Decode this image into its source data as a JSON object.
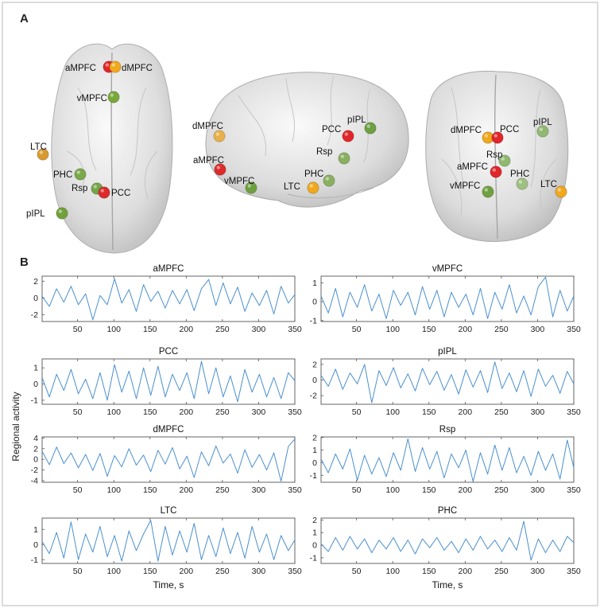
{
  "panel_a": {
    "label": "A",
    "views": [
      {
        "name": "top-view",
        "regions": [
          {
            "label": "aMPFC",
            "color": "#e0262a"
          },
          {
            "label": "dMPFC",
            "color": "#f0a81c"
          },
          {
            "label": "vMPFC",
            "color": "#78a83a"
          },
          {
            "label": "LTC",
            "color": "#d89a30"
          },
          {
            "label": "PHC",
            "color": "#7aa84a"
          },
          {
            "label": "Rsp",
            "color": "#72a64a"
          },
          {
            "label": "PCC",
            "color": "#dd2a2a"
          },
          {
            "label": "pIPL",
            "color": "#72a03a"
          }
        ]
      },
      {
        "name": "side-view",
        "regions": [
          {
            "label": "dMPFC",
            "color": "#e8b04a"
          },
          {
            "label": "aMPFC",
            "color": "#de2a2a"
          },
          {
            "label": "vMPFC",
            "color": "#6ea040"
          },
          {
            "label": "PCC",
            "color": "#e0262a"
          },
          {
            "label": "pIPL",
            "color": "#6ca040"
          },
          {
            "label": "Rsp",
            "color": "#88b060"
          },
          {
            "label": "PHC",
            "color": "#8ab060"
          },
          {
            "label": "LTC",
            "color": "#f0a81c"
          }
        ]
      },
      {
        "name": "front-view",
        "regions": [
          {
            "label": "dMPFC",
            "color": "#f0a81c"
          },
          {
            "label": "PCC",
            "color": "#e0262a"
          },
          {
            "label": "pIPL",
            "color": "#90b870"
          },
          {
            "label": "Rsp",
            "color": "#90b870"
          },
          {
            "label": "aMPFC",
            "color": "#e0262a"
          },
          {
            "label": "vMPFC",
            "color": "#70a040"
          },
          {
            "label": "PHC",
            "color": "#a0c080"
          },
          {
            "label": "LTC",
            "color": "#f0a81c"
          }
        ]
      }
    ]
  },
  "panel_b": {
    "label": "B",
    "ylabel": "Regional activity",
    "xlabel": "Time, s"
  },
  "chart_data": [
    {
      "type": "line",
      "title": "aMPFC",
      "xlim": [
        1,
        350
      ],
      "ylim": [
        -2.8,
        2.6
      ],
      "xticks": [
        50,
        100,
        150,
        200,
        250,
        300,
        350
      ],
      "yticks": [
        -2,
        0,
        2
      ],
      "xlabel": "",
      "ylabel": "",
      "series_color": "#4a90d0",
      "x": [
        1,
        11,
        21,
        31,
        41,
        51,
        61,
        71,
        81,
        91,
        101,
        111,
        121,
        131,
        141,
        151,
        161,
        171,
        181,
        191,
        201,
        211,
        221,
        231,
        241,
        251,
        261,
        271,
        281,
        291,
        301,
        311,
        321,
        331,
        341,
        350
      ],
      "y": [
        0.2,
        -1.0,
        1.1,
        -0.5,
        1.4,
        -0.8,
        0.5,
        -2.6,
        0.3,
        -0.8,
        2.3,
        -0.6,
        1.0,
        -1.6,
        1.6,
        -0.4,
        0.8,
        -1.2,
        0.9,
        -0.7,
        1.0,
        -1.5,
        1.1,
        2.2,
        -0.9,
        1.8,
        -0.7,
        1.3,
        -1.6,
        0.6,
        -0.9,
        0.9,
        -1.9,
        1.4,
        -0.6,
        0.4
      ]
    },
    {
      "type": "line",
      "title": "vMPFC",
      "xlim": [
        1,
        350
      ],
      "ylim": [
        -1.05,
        1.35
      ],
      "xticks": [
        50,
        100,
        150,
        200,
        250,
        300,
        350
      ],
      "yticks": [
        -1,
        0,
        1
      ],
      "xlabel": "",
      "ylabel": "",
      "series_color": "#4a90d0",
      "x": [
        1,
        11,
        21,
        31,
        41,
        51,
        61,
        71,
        81,
        91,
        101,
        111,
        121,
        131,
        141,
        151,
        161,
        171,
        181,
        191,
        201,
        211,
        221,
        231,
        241,
        251,
        261,
        271,
        281,
        291,
        301,
        311,
        321,
        331,
        341,
        350
      ],
      "y": [
        0.3,
        -0.6,
        0.7,
        -0.8,
        0.5,
        -0.3,
        0.9,
        -0.5,
        0.4,
        -0.9,
        0.6,
        -0.2,
        0.5,
        -0.7,
        0.8,
        -0.4,
        0.6,
        -0.8,
        0.5,
        -0.3,
        0.4,
        -0.7,
        0.7,
        -0.9,
        0.5,
        -0.4,
        0.9,
        -0.6,
        0.3,
        -0.7,
        0.8,
        1.3,
        -0.8,
        0.6,
        -0.5,
        0.3
      ]
    },
    {
      "type": "line",
      "title": "PCC",
      "xlim": [
        1,
        350
      ],
      "ylim": [
        -1.25,
        1.55
      ],
      "xticks": [
        50,
        100,
        150,
        200,
        250,
        300,
        350
      ],
      "yticks": [
        -1,
        0,
        1
      ],
      "xlabel": "",
      "ylabel": "",
      "series_color": "#4a90d0",
      "x": [
        1,
        11,
        21,
        31,
        41,
        51,
        61,
        71,
        81,
        91,
        101,
        111,
        121,
        131,
        141,
        151,
        161,
        171,
        181,
        191,
        201,
        211,
        221,
        231,
        241,
        251,
        261,
        271,
        281,
        291,
        301,
        311,
        321,
        331,
        341,
        350
      ],
      "y": [
        0.4,
        -0.8,
        0.6,
        -0.4,
        0.9,
        -0.6,
        0.3,
        -0.9,
        0.7,
        -1.0,
        1.2,
        -0.5,
        0.8,
        -0.9,
        1.0,
        -0.7,
        1.1,
        -0.8,
        0.6,
        -0.4,
        0.7,
        -0.9,
        1.4,
        -0.6,
        1.0,
        -0.8,
        0.5,
        -1.1,
        0.9,
        -0.5,
        0.6,
        -0.8,
        0.4,
        -0.9,
        0.7,
        0.2
      ]
    },
    {
      "type": "line",
      "title": "pIPL",
      "xlim": [
        1,
        350
      ],
      "ylim": [
        -3.1,
        2.7
      ],
      "xticks": [
        50,
        100,
        150,
        200,
        250,
        300,
        350
      ],
      "yticks": [
        -2,
        0,
        2
      ],
      "xlabel": "",
      "ylabel": "",
      "series_color": "#4a90d0",
      "x": [
        1,
        11,
        21,
        31,
        41,
        51,
        61,
        71,
        81,
        91,
        101,
        111,
        121,
        131,
        141,
        151,
        161,
        171,
        181,
        191,
        201,
        211,
        221,
        231,
        241,
        251,
        261,
        271,
        281,
        291,
        301,
        311,
        321,
        331,
        341,
        350
      ],
      "y": [
        0.6,
        -0.8,
        1.4,
        -1.2,
        0.9,
        -0.5,
        2.0,
        -2.9,
        1.2,
        -0.7,
        1.6,
        -1.0,
        0.8,
        -1.4,
        1.5,
        -0.6,
        1.1,
        -1.3,
        0.7,
        -1.8,
        1.3,
        -0.9,
        1.2,
        -1.6,
        2.3,
        -1.1,
        0.9,
        -1.5,
        1.2,
        -2.1,
        1.4,
        -0.8,
        0.6,
        -1.7,
        1.1,
        -0.5
      ]
    },
    {
      "type": "line",
      "title": "dMPFC",
      "xlim": [
        1,
        350
      ],
      "ylim": [
        -4.3,
        4.2
      ],
      "xticks": [
        50,
        100,
        150,
        200,
        250,
        300,
        350
      ],
      "yticks": [
        -4,
        -2,
        0,
        2,
        4
      ],
      "xlabel": "",
      "ylabel": "",
      "series_color": "#4a90d0",
      "x": [
        1,
        11,
        21,
        31,
        41,
        51,
        61,
        71,
        81,
        91,
        101,
        111,
        121,
        131,
        141,
        151,
        161,
        171,
        181,
        191,
        201,
        211,
        221,
        231,
        241,
        251,
        261,
        271,
        281,
        291,
        301,
        311,
        321,
        331,
        341,
        350
      ],
      "y": [
        1.5,
        -1.0,
        2.3,
        -0.8,
        1.2,
        -1.6,
        0.9,
        -2.1,
        1.1,
        -3.2,
        0.7,
        -1.4,
        2.0,
        -1.1,
        0.8,
        -2.3,
        1.7,
        -0.9,
        2.2,
        -1.8,
        0.6,
        -3.4,
        1.4,
        -1.2,
        2.5,
        -0.7,
        1.0,
        -2.6,
        1.8,
        -1.5,
        0.9,
        -2.0,
        1.2,
        -4.1,
        2.4,
        3.8
      ]
    },
    {
      "type": "line",
      "title": "Rsp",
      "xlim": [
        1,
        350
      ],
      "ylim": [
        -1.55,
        2.05
      ],
      "xticks": [
        50,
        100,
        150,
        200,
        250,
        300,
        350
      ],
      "yticks": [
        -1,
        0,
        1,
        2
      ],
      "xlabel": "",
      "ylabel": "",
      "series_color": "#4a90d0",
      "x": [
        1,
        11,
        21,
        31,
        41,
        51,
        61,
        71,
        81,
        91,
        101,
        111,
        121,
        131,
        141,
        151,
        161,
        171,
        181,
        191,
        201,
        211,
        221,
        231,
        241,
        251,
        261,
        271,
        281,
        291,
        301,
        311,
        321,
        331,
        341,
        350
      ],
      "y": [
        0.3,
        -0.8,
        0.7,
        -0.5,
        1.1,
        -1.4,
        0.6,
        -0.9,
        0.4,
        -1.1,
        0.8,
        -0.6,
        1.9,
        -0.7,
        1.2,
        -0.5,
        0.9,
        -1.2,
        0.7,
        -0.4,
        1.0,
        -1.5,
        0.8,
        -0.9,
        1.4,
        -0.6,
        1.2,
        -0.8,
        0.5,
        -1.0,
        0.9,
        -0.6,
        0.7,
        -1.3,
        1.8,
        -0.4
      ]
    },
    {
      "type": "line",
      "title": "LTC",
      "xlim": [
        1,
        350
      ],
      "ylim": [
        -1.25,
        1.75
      ],
      "xticks": [
        50,
        100,
        150,
        200,
        250,
        300,
        350
      ],
      "yticks": [
        -1,
        0,
        1
      ],
      "xlabel": "Time, s",
      "ylabel": "",
      "series_color": "#4a90d0",
      "x": [
        1,
        11,
        21,
        31,
        41,
        51,
        61,
        71,
        81,
        91,
        101,
        111,
        121,
        131,
        141,
        151,
        161,
        171,
        181,
        191,
        201,
        211,
        221,
        231,
        241,
        251,
        261,
        271,
        281,
        291,
        301,
        311,
        321,
        331,
        341,
        350
      ],
      "y": [
        0.2,
        -0.6,
        0.8,
        -0.9,
        1.5,
        -1.0,
        0.7,
        -0.5,
        1.2,
        -0.8,
        0.6,
        -1.1,
        0.9,
        -0.4,
        0.7,
        1.6,
        -1.1,
        1.2,
        -0.7,
        0.9,
        -0.5,
        1.4,
        -1.0,
        0.6,
        -0.8,
        1.1,
        -0.6,
        0.8,
        -0.9,
        1.2,
        -0.5,
        0.7,
        -1.0,
        0.6,
        -0.4,
        0.3
      ]
    },
    {
      "type": "line",
      "title": "PHC",
      "xlim": [
        1,
        350
      ],
      "ylim": [
        -1.45,
        2.15
      ],
      "xticks": [
        50,
        100,
        150,
        200,
        250,
        300,
        350
      ],
      "yticks": [
        -1,
        0,
        1,
        2
      ],
      "xlabel": "Time, s",
      "ylabel": "",
      "series_color": "#4a90d0",
      "x": [
        1,
        11,
        21,
        31,
        41,
        51,
        61,
        71,
        81,
        91,
        101,
        111,
        121,
        131,
        141,
        151,
        161,
        171,
        181,
        191,
        201,
        211,
        221,
        231,
        241,
        251,
        261,
        271,
        281,
        291,
        301,
        311,
        321,
        331,
        341,
        350
      ],
      "y": [
        0.1,
        -0.5,
        0.6,
        -0.4,
        0.7,
        -0.3,
        0.5,
        -0.6,
        0.4,
        -0.3,
        0.6,
        -0.5,
        0.4,
        -0.7,
        0.5,
        -0.2,
        0.6,
        -0.4,
        0.3,
        -0.6,
        0.5,
        -0.4,
        0.7,
        -0.3,
        0.4,
        -0.5,
        0.6,
        -0.4,
        1.9,
        -1.2,
        0.5,
        -0.6,
        0.4,
        -0.5,
        0.7,
        0.2
      ]
    }
  ]
}
